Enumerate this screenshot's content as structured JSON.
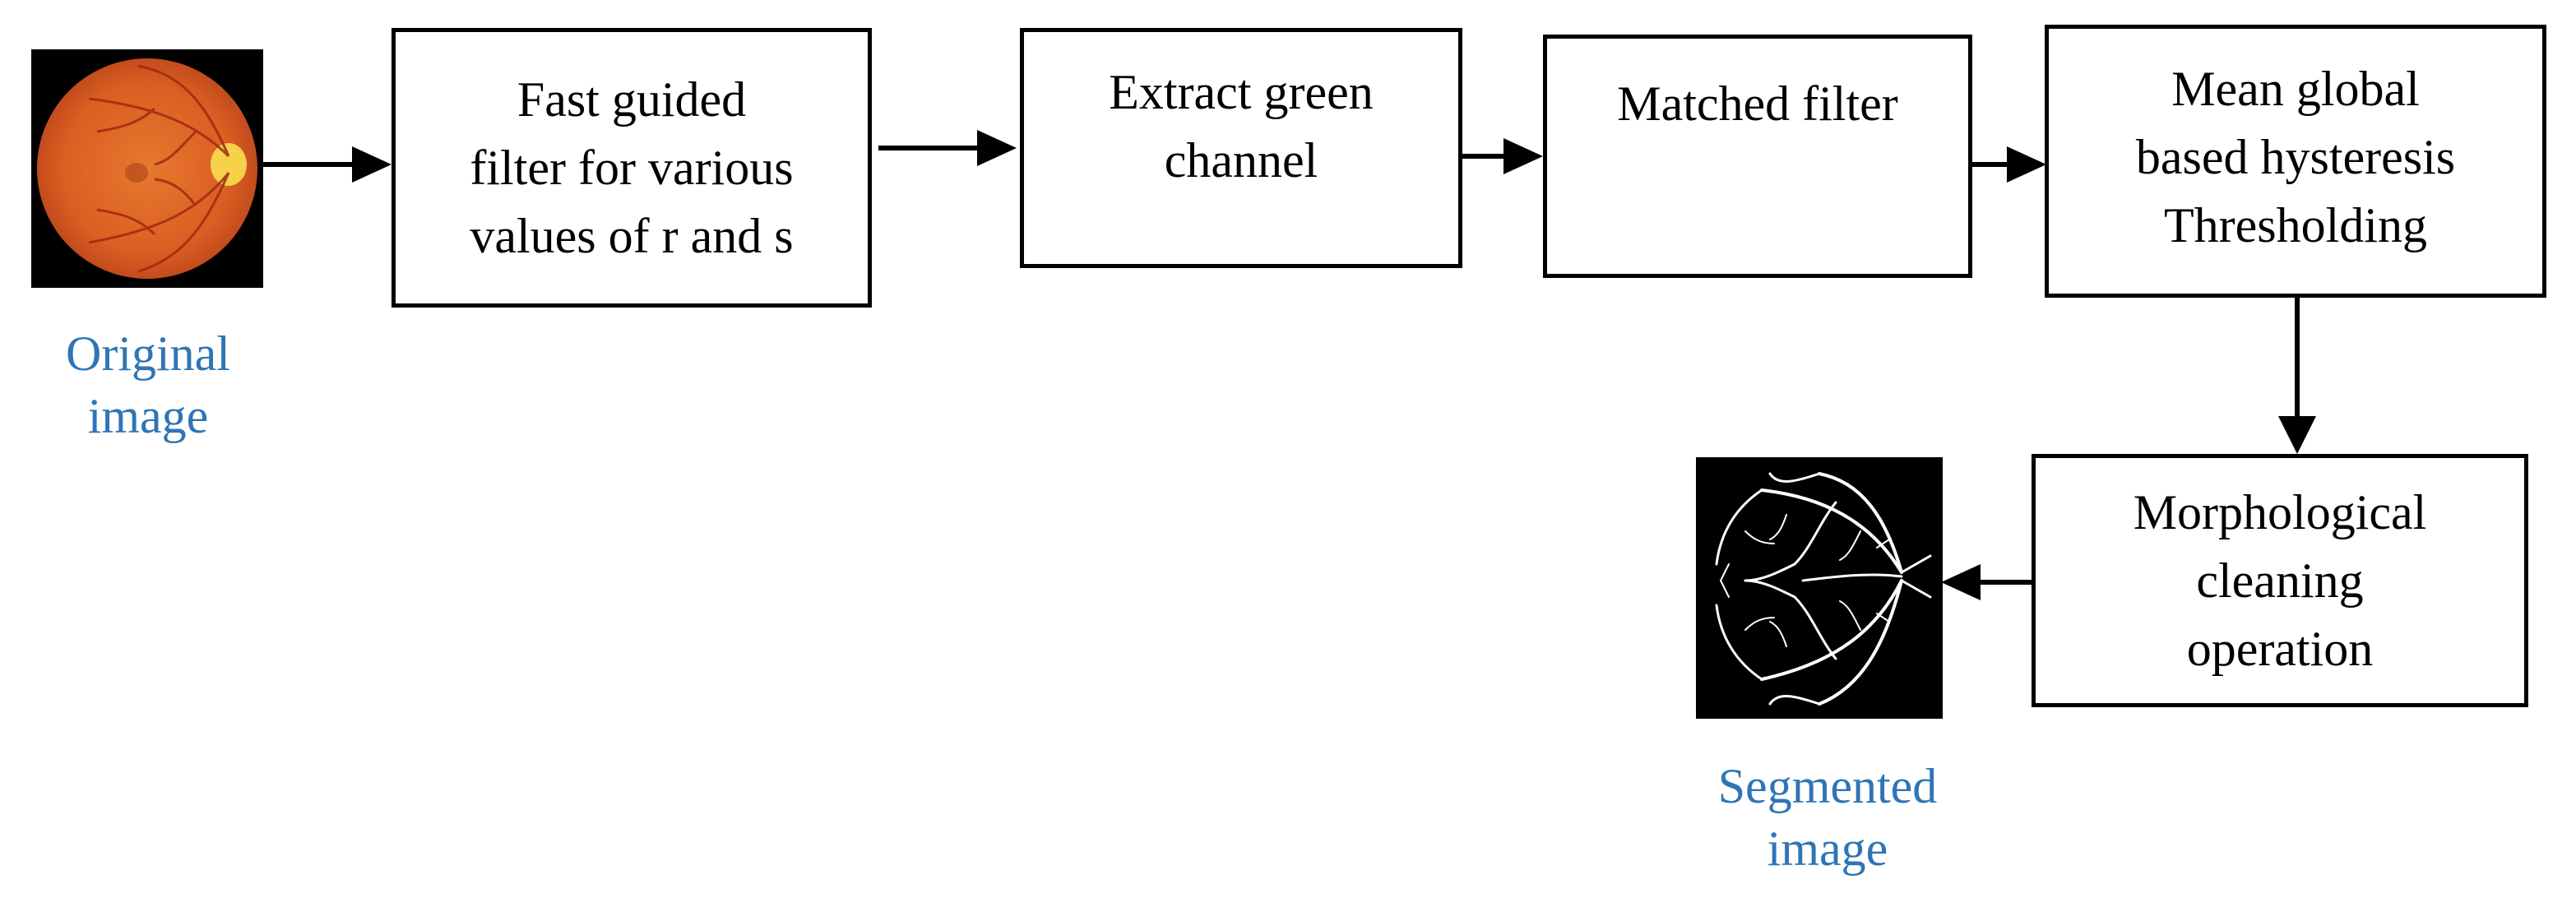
{
  "diagram": {
    "nodes": [
      {
        "id": "fast-guided-filter",
        "lines": [
          "Fast guided",
          "filter for various",
          "values of r and s"
        ]
      },
      {
        "id": "extract-green",
        "lines": [
          "Extract green",
          "channel"
        ]
      },
      {
        "id": "matched-filter",
        "lines": [
          "Matched filter"
        ]
      },
      {
        "id": "hysteresis",
        "lines": [
          "Mean global",
          "based hysteresis",
          "Thresholding"
        ]
      },
      {
        "id": "morphological",
        "lines": [
          "Morphological",
          "cleaning",
          "operation"
        ]
      }
    ],
    "images": [
      {
        "id": "original-image",
        "caption": [
          "Original",
          "image"
        ]
      },
      {
        "id": "segmented-image",
        "caption": [
          "Segmented",
          "image"
        ]
      }
    ],
    "edges": [
      {
        "from": "original-image",
        "to": "fast-guided-filter"
      },
      {
        "from": "fast-guided-filter",
        "to": "extract-green"
      },
      {
        "from": "extract-green",
        "to": "matched-filter"
      },
      {
        "from": "matched-filter",
        "to": "hysteresis"
      },
      {
        "from": "hysteresis",
        "to": "morphological"
      },
      {
        "from": "morphological",
        "to": "segmented-image"
      }
    ],
    "colors": {
      "caption": "#2E75B6",
      "box_border": "#000000",
      "arrow": "#000000",
      "retina_fill": "#E06A28",
      "optic_disc": "#F5D24A",
      "vessels_original": "#9E2A12",
      "segmented_background": "#000000",
      "segmented_vessels": "#FFFFFF"
    }
  }
}
